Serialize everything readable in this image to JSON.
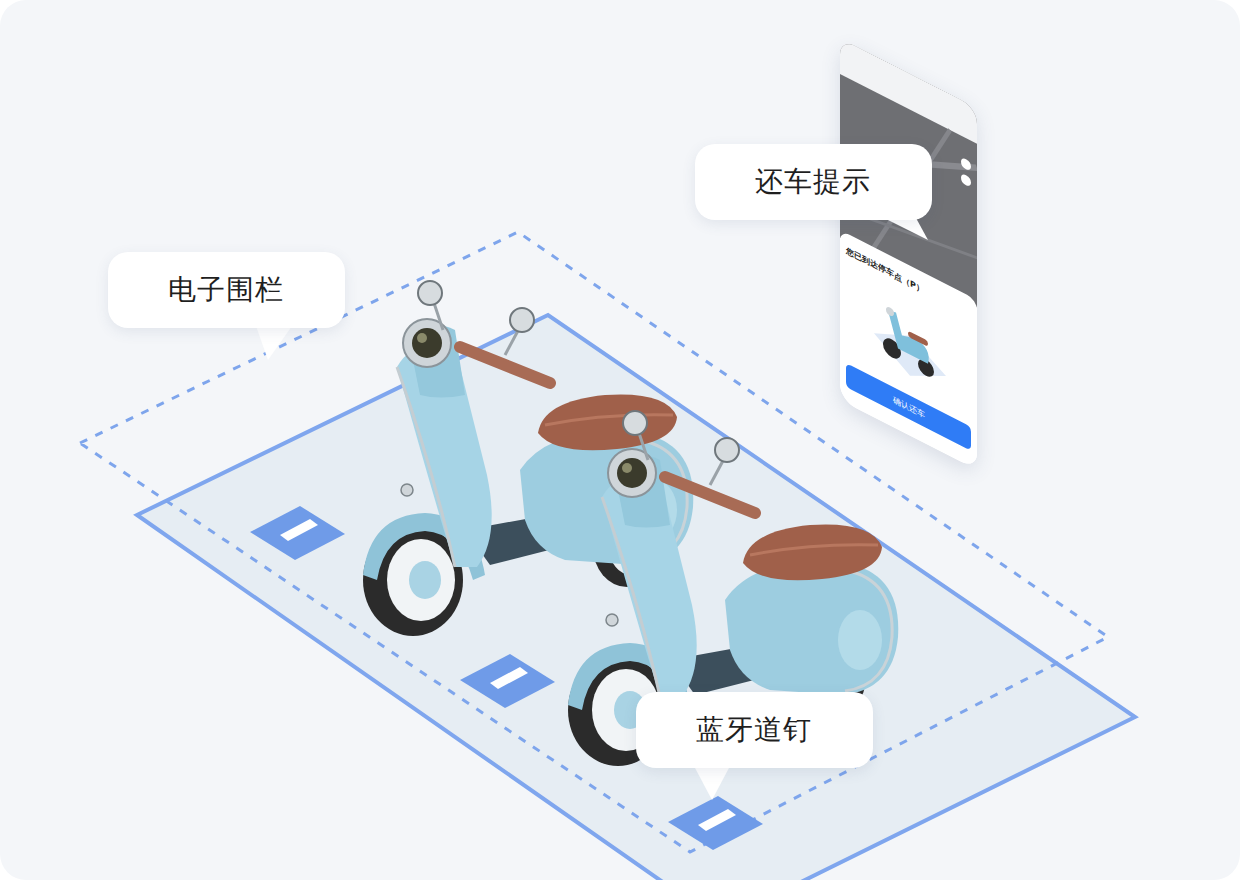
{
  "diagram": {
    "nodes": [
      {
        "text": [
          "电子围栏"
        ]
      },
      {
        "text": [
          "还车提示"
        ]
      },
      {
        "text": [
          "蓝牙道钉"
        ]
      }
    ],
    "labels": [
      "您已到达停车点（P）",
      "确认还车"
    ]
  }
}
